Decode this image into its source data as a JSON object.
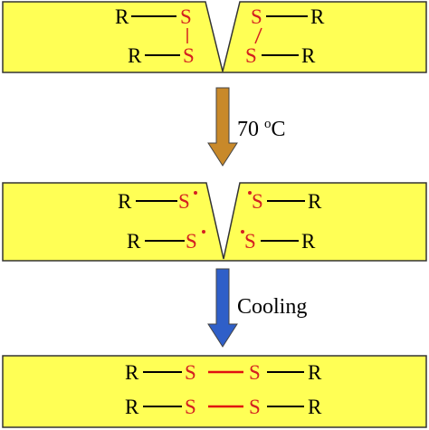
{
  "colors": {
    "panel_fill": "#ffff55",
    "panel_stroke": "#333333",
    "bond": "#000000",
    "sulfur": "#d42020",
    "arrow_heat": "#c8892a",
    "arrow_cool": "#2f5fc8",
    "new_bond": "#e01010"
  },
  "atoms": {
    "r": "R",
    "s": "S",
    "radical_dot": "•"
  },
  "steps": {
    "heat": {
      "value": "70 ",
      "superscript": "o",
      "unit": "C"
    },
    "cool": {
      "label": "Cooling"
    }
  },
  "panels": {
    "top": {
      "state": "cracked, intact disulfide bonds"
    },
    "middle": {
      "state": "cracked, sulfur radicals"
    },
    "bottom": {
      "state": "healed, new disulfide bonds"
    }
  }
}
